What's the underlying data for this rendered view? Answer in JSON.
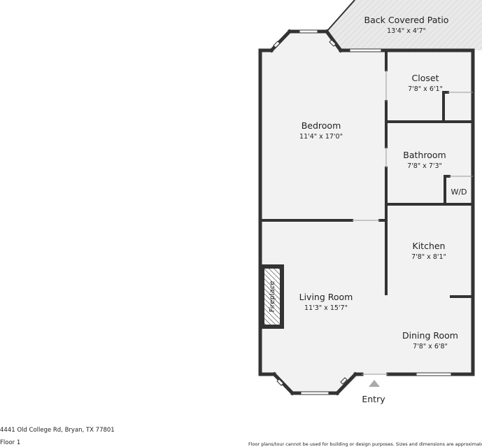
{
  "rooms": {
    "patio": {
      "name": "Back Covered Patio",
      "dims": "13'4\" x 4'7\""
    },
    "closet": {
      "name": "Closet",
      "dims": "7'8\" x 6'1\""
    },
    "bedroom": {
      "name": "Bedroom",
      "dims": "11'4\" x 17'0\""
    },
    "bathroom": {
      "name": "Bathroom",
      "dims": "7'8\" x 7'3\""
    },
    "wd": {
      "name": "W/D"
    },
    "kitchen": {
      "name": "Kitchen",
      "dims": "7'8\" x 8'1\""
    },
    "living": {
      "name": "Living Room",
      "dims": "11'3\" x 15'7\""
    },
    "dining": {
      "name": "Dining Room",
      "dims": "7'8\" x 6'8\""
    },
    "fireplace": {
      "name": "Fireplace"
    }
  },
  "entry": {
    "label": "Entry"
  },
  "footer": {
    "address": "4441 Old College Rd, Bryan, TX 77801",
    "floor": "Floor 1",
    "disclaimer": "Floor plans/tour cannot be used for building or design purposes. Sizes and dimensions are approximate"
  },
  "colors": {
    "wall": "#333333",
    "floor": "#f2f2f2",
    "patio": "#e6e6e6",
    "window": "#ffffff"
  }
}
